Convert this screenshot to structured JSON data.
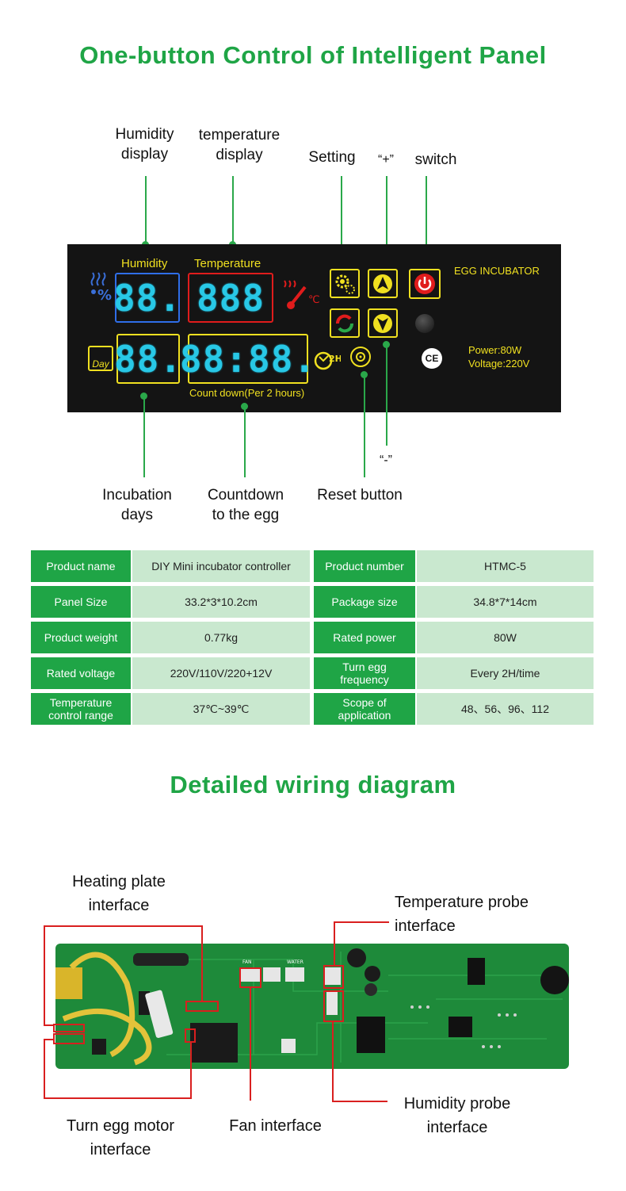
{
  "section1": {
    "title": "One-button Control of Intelligent Panel"
  },
  "callouts_top": {
    "humidity_display": "Humidity\ndisplay",
    "temperature_display": "temperature\ndisplay",
    "setting": "Setting",
    "plus": "“+”",
    "switch": "switch"
  },
  "callouts_bottom": {
    "incubation_days": "Incubation\ndays",
    "countdown": "Countdown\nto the egg",
    "reset_button": "Reset button",
    "minus": "“-”"
  },
  "panel": {
    "humidity_label": "Humidity",
    "temperature_label": "Temperature",
    "humidity_value": "88.",
    "temperature_value": "888",
    "day_badge": "Day",
    "days_value": "88.",
    "countdown_value": "88:88.",
    "countdown_caption": "Count down(Per 2 hours)",
    "brand": "EGG INCUBATOR",
    "power": "Power:80W",
    "voltage": "Voltage:220V",
    "ce_mark": "CE",
    "timer_badge": "2H",
    "celsius": "℃",
    "humidity_symbol": "%"
  },
  "specs": [
    {
      "name": "Product name",
      "value": "DIY Mini incubator controller",
      "name2": "Product number",
      "value2": "HTMC-5"
    },
    {
      "name": "Panel Size",
      "value": "33.2*3*10.2cm",
      "name2": "Package size",
      "value2": "34.8*7*14cm"
    },
    {
      "name": "Product weight",
      "value": "0.77kg",
      "name2": "Rated power",
      "value2": "80W"
    },
    {
      "name": "Rated voltage",
      "value": "220V/110V/220+12V",
      "name2": "Turn egg frequency",
      "value2": "Every 2H/time"
    },
    {
      "name": "Temperature control range",
      "value": "37℃~39℃",
      "name2": "Scope of application",
      "value2": "48、56、96、112"
    }
  ],
  "section2": {
    "title": "Detailed wiring diagram"
  },
  "wiring": {
    "heating_plate": "Heating plate\ninterface",
    "temperature_probe": "Temperature probe\ninterface",
    "humidity_probe": "Humidity probe\ninterface",
    "turn_egg_motor": "Turn egg motor\ninterface",
    "fan": "Fan interface",
    "board_label_fan": "FAN",
    "board_label_water": "WATER"
  },
  "colors": {
    "green": "#1fa546",
    "light_green": "#c9e8cf",
    "red": "#d91f1f",
    "segment": "#28c8e6",
    "yellow": "#f0e020"
  }
}
